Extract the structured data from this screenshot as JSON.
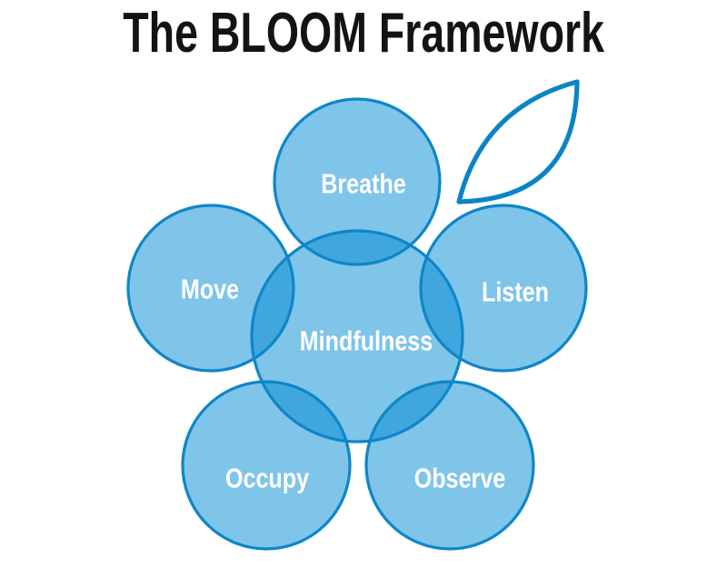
{
  "title": "The BLOOM Framework",
  "diagram": {
    "center_label": "Mindfulness",
    "petal_labels": [
      "Breathe",
      "Move",
      "Listen",
      "Occupy",
      "Observe"
    ],
    "colors": {
      "circle_fill": "#0089D3",
      "circle_fill_opacity": "0.5",
      "circle_stroke": "#0E86C8",
      "leaf_stroke": "#0B84C6",
      "label_text": "#FFFFFF",
      "title_text": "#131313"
    },
    "icons": {
      "leaf": "leaf-icon"
    }
  }
}
